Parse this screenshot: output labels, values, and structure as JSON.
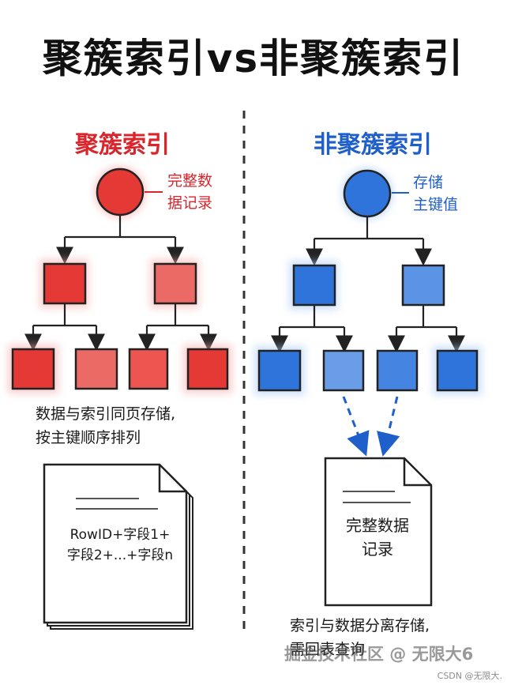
{
  "title": "聚簇索引vs非聚簇索引",
  "left": {
    "heading": "聚簇索引",
    "root_note": [
      "完整数",
      "据记录"
    ],
    "caption": [
      "数据与索引同页存储,",
      "按主键顺序排列"
    ],
    "doc_text": [
      "RowID+字段1+",
      "字段2+...+字段n"
    ],
    "color": "#d8262c"
  },
  "right": {
    "heading": "非聚簇索引",
    "root_note": [
      "存储",
      "主键值"
    ],
    "caption": [
      "索引与数据分离存储,",
      "需回表查询"
    ],
    "doc_text": [
      "完整数据",
      "记录"
    ],
    "color": "#1f5fc9"
  },
  "watermark": "掘金技术社区 @ 无限大6",
  "csdn_mark": "CSDN @无限大."
}
